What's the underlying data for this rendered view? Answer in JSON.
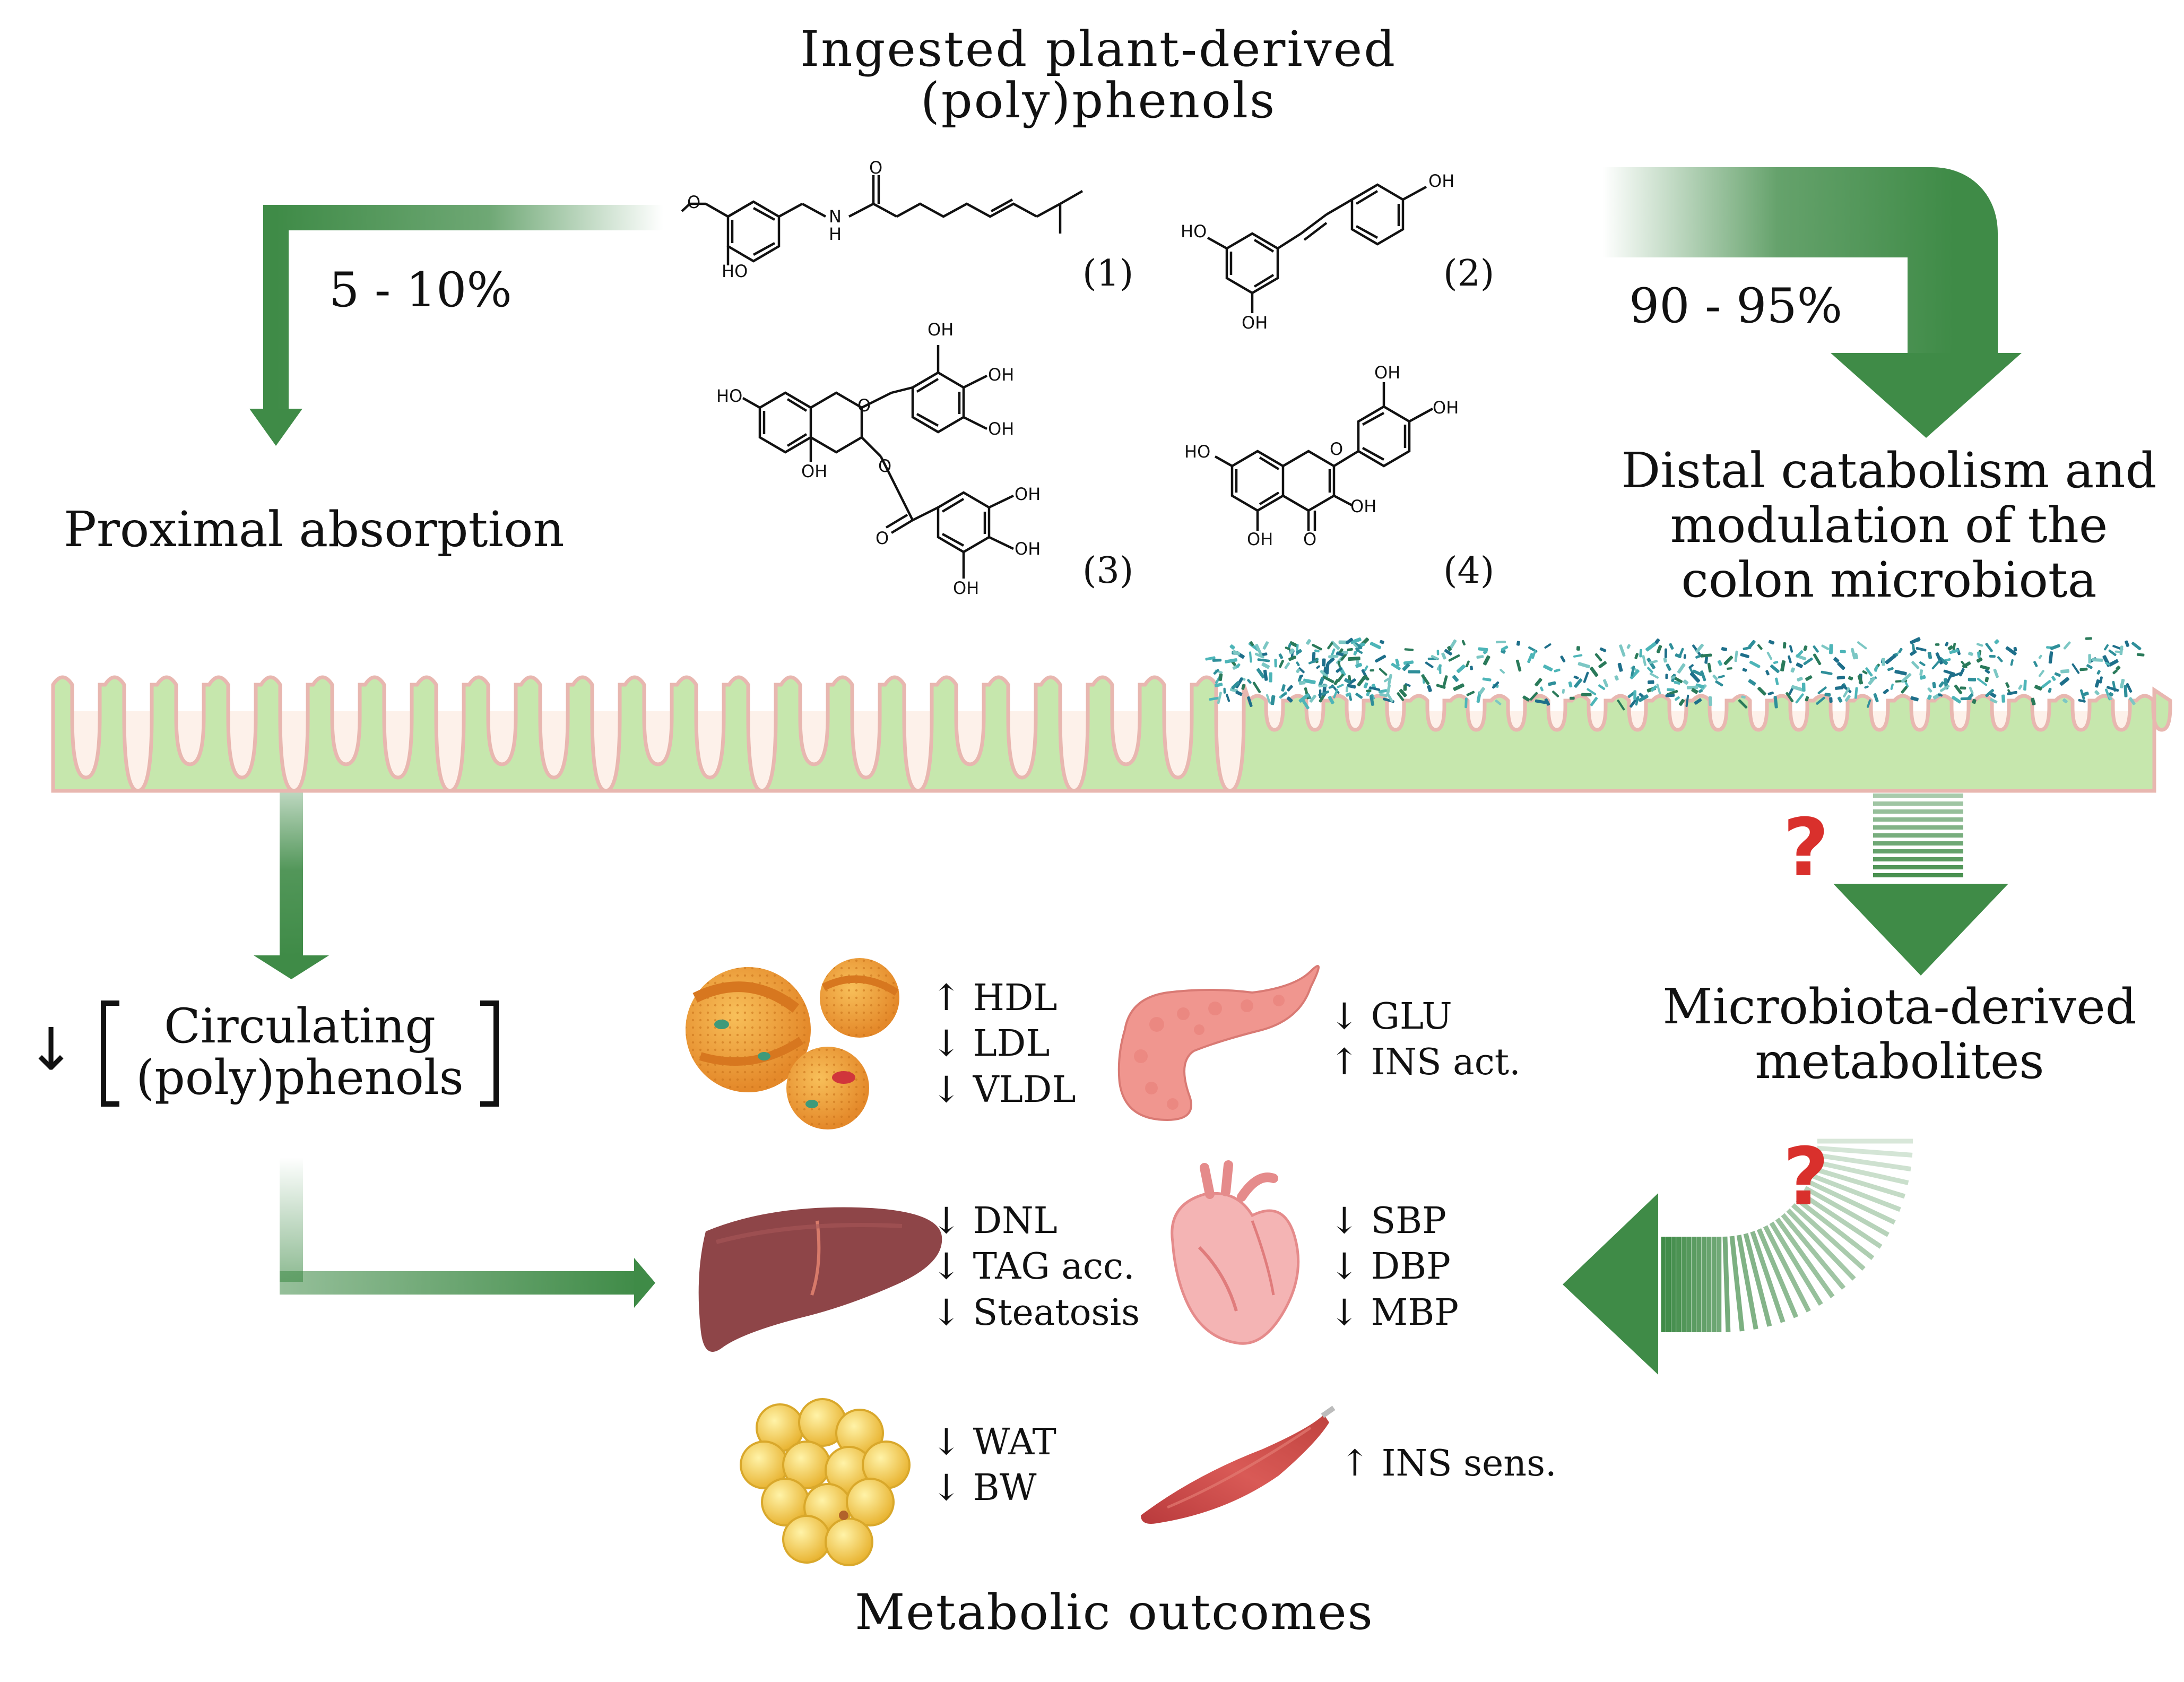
{
  "colors": {
    "arrow_green": "#3f8b47",
    "villi_green": "#c6e7ad",
    "tissue_pink": "#fdf1ea",
    "question_red": "#d9302c",
    "lipoprotein_orange": "#f3a53a",
    "pancreas_pink": "#f0968f",
    "liver_brown": "#8e4548",
    "heart_pink": "#f4b4b4",
    "fat_yellow": "#f6d24c",
    "muscle_red": "#cc4545"
  },
  "titles": {
    "top_line1": "Ingested plant-derived",
    "top_line2": "(poly)phenols",
    "bottom": "Metabolic outcomes"
  },
  "left": {
    "percent": "5 - 10%",
    "region": "Proximal absorption",
    "down_arrow": "↓",
    "circulating_line1": "Circulating",
    "circulating_line2": "(poly)phenols"
  },
  "right": {
    "percent": "90 - 95%",
    "region_line1": "Distal catabolism and",
    "region_line2": "modulation of the",
    "region_line3": "colon microbiota",
    "metabolites_line1": "Microbiota-derived",
    "metabolites_line2": "metabolites",
    "question1": "?",
    "question2": "?"
  },
  "molecules": {
    "m1": {
      "num": "(1)",
      "OH": "HO",
      "NH": "N",
      "H": "H",
      "O": "O"
    },
    "m2": {
      "num": "(2)",
      "OH_top": "OH",
      "HO_left": "HO",
      "OH_bottom": "OH"
    },
    "m3": {
      "num": "(3)",
      "HO_left": "HO",
      "OH_bottom": "OH",
      "OH_a": "OH",
      "OH_b": "OH",
      "OH_c": "OH",
      "OH_d": "OH",
      "OH_e": "OH",
      "OH_f": "OH",
      "O_ring": "O",
      "O_ester": "O",
      "O_carb": "O"
    },
    "m4": {
      "num": "(4)",
      "HO_left": "HO",
      "OH_bottom": "OH",
      "OH_c3": "OH",
      "OH_a": "OH",
      "OH_b": "OH",
      "O_ring": "O",
      "O_keto": "O"
    }
  },
  "effects": {
    "lipoprotein": [
      "↑ HDL",
      "↓ LDL",
      "↓ VLDL"
    ],
    "pancreas": [
      "↓ GLU",
      "↑ INS act."
    ],
    "liver": [
      "↓ DNL",
      "↓ TAG acc.",
      "↓ Steatosis"
    ],
    "heart": [
      "↓ SBP",
      "↓ DBP",
      "↓ MBP"
    ],
    "adipose": [
      "↓ WAT",
      "↓ BW"
    ],
    "muscle": [
      "↑ INS sens."
    ]
  },
  "icons": {
    "lipoprotein": "lipoprotein-icon",
    "pancreas": "pancreas-icon",
    "liver": "liver-icon",
    "heart": "heart-icon",
    "adipose": "adipose-icon",
    "muscle": "muscle-icon"
  }
}
